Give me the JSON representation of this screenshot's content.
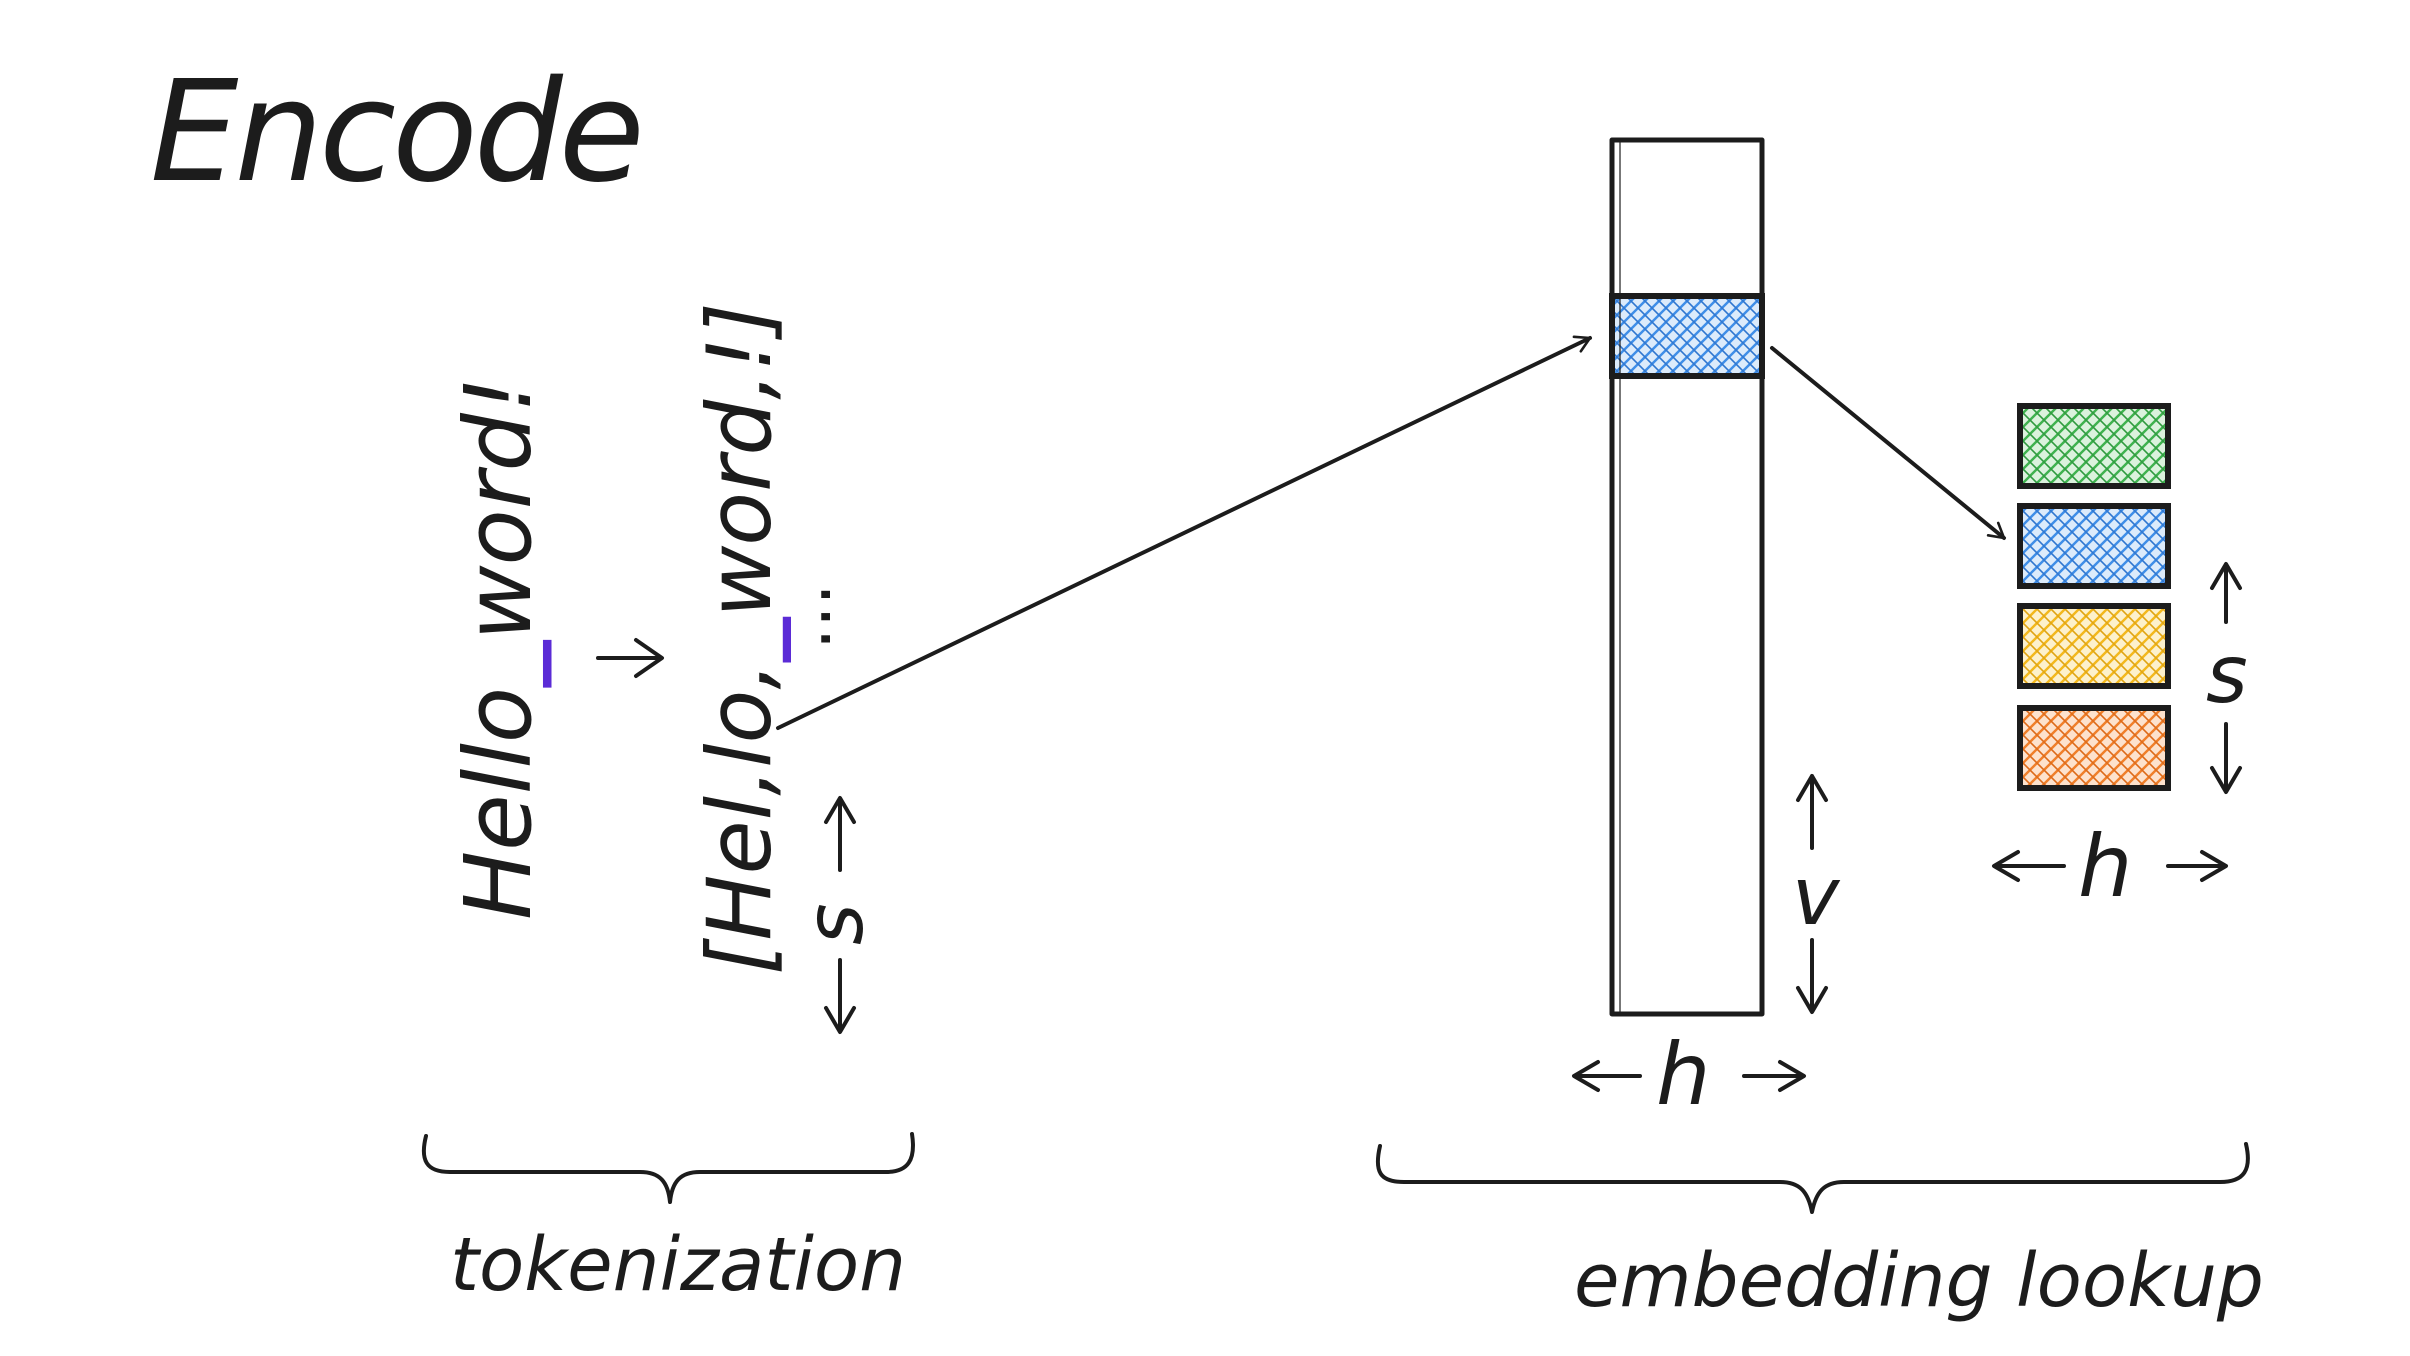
{
  "title": "Encode",
  "input_text": {
    "before": "Hello",
    "space": "_",
    "after": "word!"
  },
  "tokens_text": {
    "open": "[Hel,lo,",
    "space": "_",
    "rest": "word,!]",
    "ellipsis": "..."
  },
  "labels": {
    "seq_len": "s",
    "seq_len_right": "s",
    "vocab": "v",
    "hidden_table": "h",
    "hidden_output": "h",
    "tokenization": "tokenization",
    "embedding_lookup": "embedding lookup"
  },
  "colors": {
    "ink": "#1c1c1c",
    "space_marker": "#5b2bd6",
    "selected_row": "#3f8ee8",
    "embedding_1": "#3fb24f",
    "embedding_2": "#3f8ee8",
    "embedding_3": "#f3b81d",
    "embedding_4": "#f07f2a"
  },
  "embedding_rows": [
    "green",
    "blue",
    "yellow",
    "orange"
  ]
}
